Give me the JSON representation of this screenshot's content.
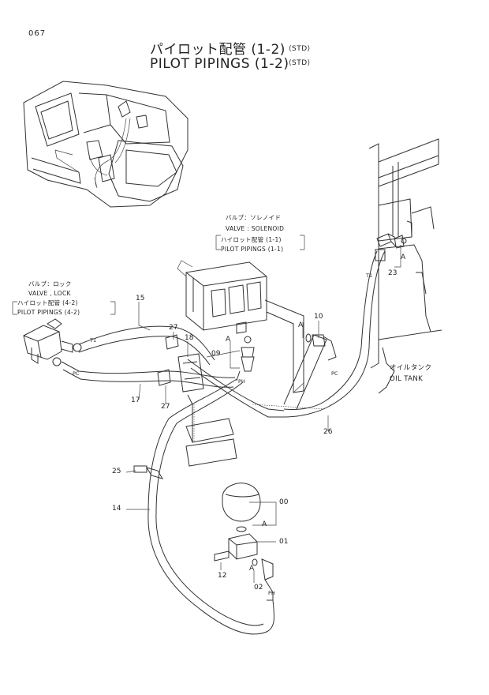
{
  "page": {
    "number": "067"
  },
  "title": {
    "jp": "パイロット配管 (1-2)",
    "en": "PILOT PIPINGS  (1-2)",
    "std": "⟨STD⟩"
  },
  "callouts": {
    "solenoid_valve": {
      "jp": "バルブ：ソレノイド",
      "en": "VALVE : SOLENOID",
      "ref_jp": "ハイロット配管 (1-1)",
      "ref_en": "PILOT PIPINGS (1-1)"
    },
    "lock_valve": {
      "jp": "バルブ：ロック",
      "en": "VALVE , LOCK",
      "ref_jp": "ハイロット配管 (4-2)",
      "ref_en": "PILOT PIPINGS (4-2)"
    },
    "oil_tank": {
      "jp": "オイルタンク",
      "en": "OIL TANK"
    }
  },
  "part_numbers": {
    "p00": "00",
    "p01": "01",
    "p02": "02",
    "p09": "09",
    "p10": "10",
    "p12": "12",
    "p14": "14",
    "p15": "15",
    "p17": "17",
    "p18": "18",
    "p23": "23",
    "p25": "25",
    "p26": "26",
    "p27a": "27",
    "p27b": "27"
  },
  "ports": {
    "t1_left": "T1",
    "pc_left": "PC",
    "ph_mid": "PH",
    "pc_right": "PC",
    "t1_right": "T1",
    "ph_bottom": "PH"
  },
  "section_markers": {
    "a1": "A",
    "a2": "A",
    "a3": "A",
    "a4": "A",
    "a5": "A"
  }
}
